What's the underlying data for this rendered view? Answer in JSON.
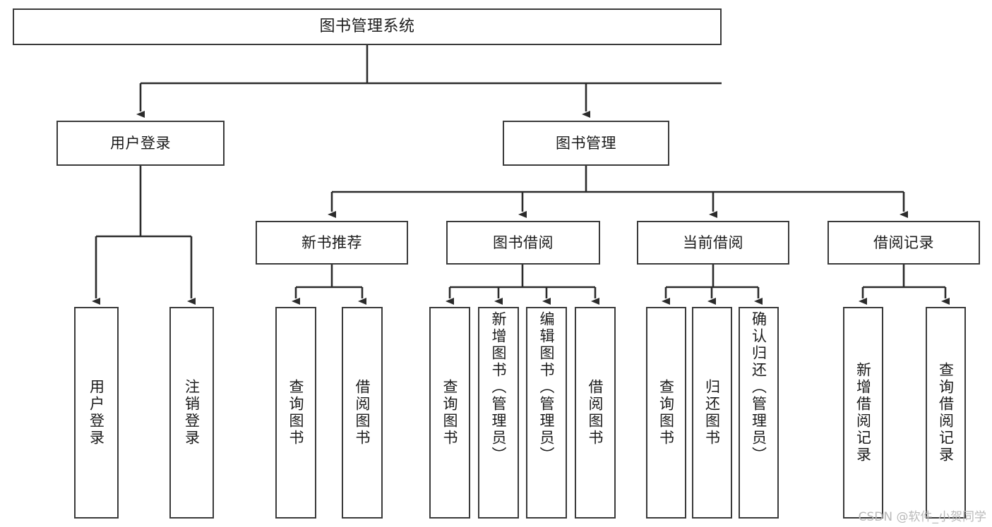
{
  "diagram": {
    "title": "图书管理系统",
    "type": "tree-hierarchy-chart",
    "colors": {
      "box_border": "#3a3a3a",
      "box_fill": "#ffffff",
      "connector": "#2b2b2b",
      "text": "#1b1b1b",
      "watermark": "#b9b9b9"
    },
    "root": {
      "label": "图书管理系统"
    },
    "level2": [
      {
        "label": "用户登录"
      },
      {
        "label": "图书管理"
      }
    ],
    "level3": [
      {
        "label": "新书推荐"
      },
      {
        "label": "图书借阅"
      },
      {
        "label": "当前借阅"
      },
      {
        "label": "借阅记录"
      }
    ],
    "leaves": {
      "user_login": [
        {
          "label": "用户登录"
        },
        {
          "label": "注销登录"
        }
      ],
      "new_book_recommend": [
        {
          "label": "查询图书"
        },
        {
          "label": "借阅图书"
        }
      ],
      "book_borrow": [
        {
          "label": "查询图书"
        },
        {
          "label": "新增图书（管理员）"
        },
        {
          "label": "编辑图书（管理员）"
        },
        {
          "label": "借阅图书"
        }
      ],
      "current_borrow": [
        {
          "label": "查询图书"
        },
        {
          "label": "归还图书"
        },
        {
          "label": "确认归还（管理员）"
        }
      ],
      "borrow_record": [
        {
          "label": "新增借阅记录"
        },
        {
          "label": "查询借阅记录"
        }
      ]
    }
  },
  "watermark": {
    "text": "CSDN @软件_小贺同学"
  }
}
